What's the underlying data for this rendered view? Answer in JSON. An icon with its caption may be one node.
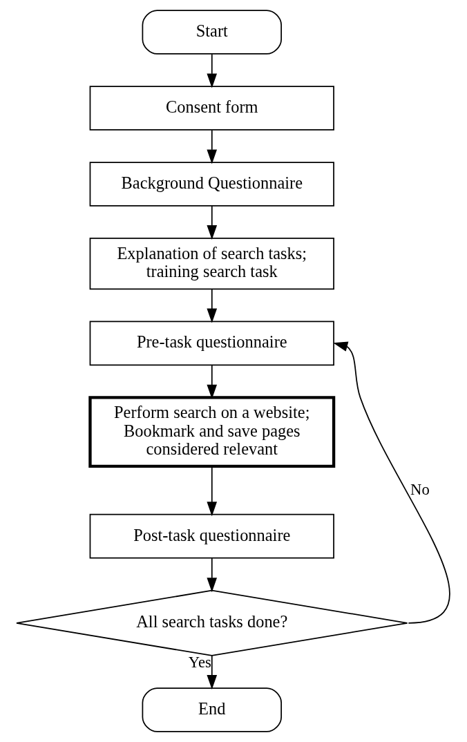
{
  "diagram": {
    "nodes": [
      {
        "text": [
          "Start"
        ]
      },
      {
        "text": [
          "Consent form"
        ]
      },
      {
        "text": [
          "Background Questionnaire"
        ]
      },
      {
        "text": [
          "Explanation of search tasks; training search task"
        ]
      },
      {
        "text": [
          "Pre-task questionnaire"
        ]
      },
      {
        "text": [
          "Perform search on a website; Bookmark and save pages considered relevant"
        ]
      },
      {
        "text": [
          "Post-task questionnaire"
        ]
      },
      {
        "text": [
          "All search tasks done?"
        ]
      },
      {
        "text": [
          "End"
        ]
      }
    ],
    "edges": [
      {
        "from": 0,
        "to": 1,
        "arrow": "to"
      },
      {
        "from": 1,
        "to": 2,
        "arrow": "to"
      },
      {
        "from": 2,
        "to": 3,
        "arrow": "to"
      },
      {
        "from": 3,
        "to": 4,
        "arrow": "to"
      },
      {
        "from": 4,
        "to": 5,
        "arrow": "to"
      },
      {
        "from": 5,
        "to": 6,
        "arrow": "to"
      },
      {
        "from": 6,
        "to": 7,
        "arrow": "to"
      },
      {
        "from": 7,
        "to": 8,
        "arrow": "to",
        "label": "Yes"
      },
      {
        "from": 7,
        "to": 4,
        "arrow": "to",
        "label": "No"
      }
    ]
  }
}
